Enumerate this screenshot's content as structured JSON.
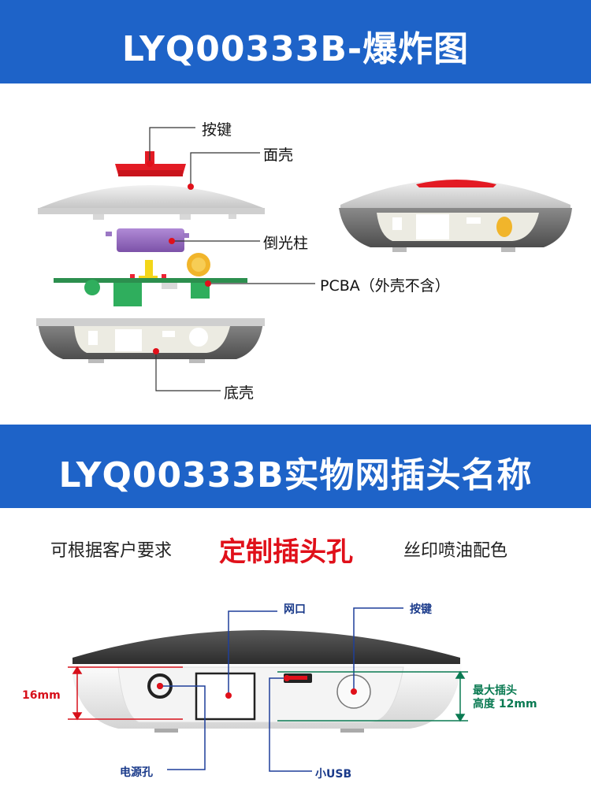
{
  "section1": {
    "title": "LYQ00333B-爆炸图",
    "labels": {
      "button": "按键",
      "top_shell": "面壳",
      "light_pipe": "倒光柱",
      "pcba": "PCBA（外壳不含）",
      "bottom_shell": "底壳"
    }
  },
  "section2": {
    "title": "LYQ00333B实物网插头名称",
    "subtitle_left": "可根据客户要求",
    "subtitle_highlight": "定制插头孔",
    "subtitle_right": "丝印喷油配色",
    "labels": {
      "network_port": "网口",
      "button": "按键",
      "power_jack": "电源孔",
      "micro_usb": "小USB",
      "height_left": "16mm",
      "max_plug_line1": "最大插头",
      "max_plug_line2": "高度 12mm"
    }
  },
  "colors": {
    "banner": "#1e63c8",
    "highlight": "#e0101a",
    "dimension_red": "#d7101a",
    "dimension_green": "#0a7a52"
  }
}
